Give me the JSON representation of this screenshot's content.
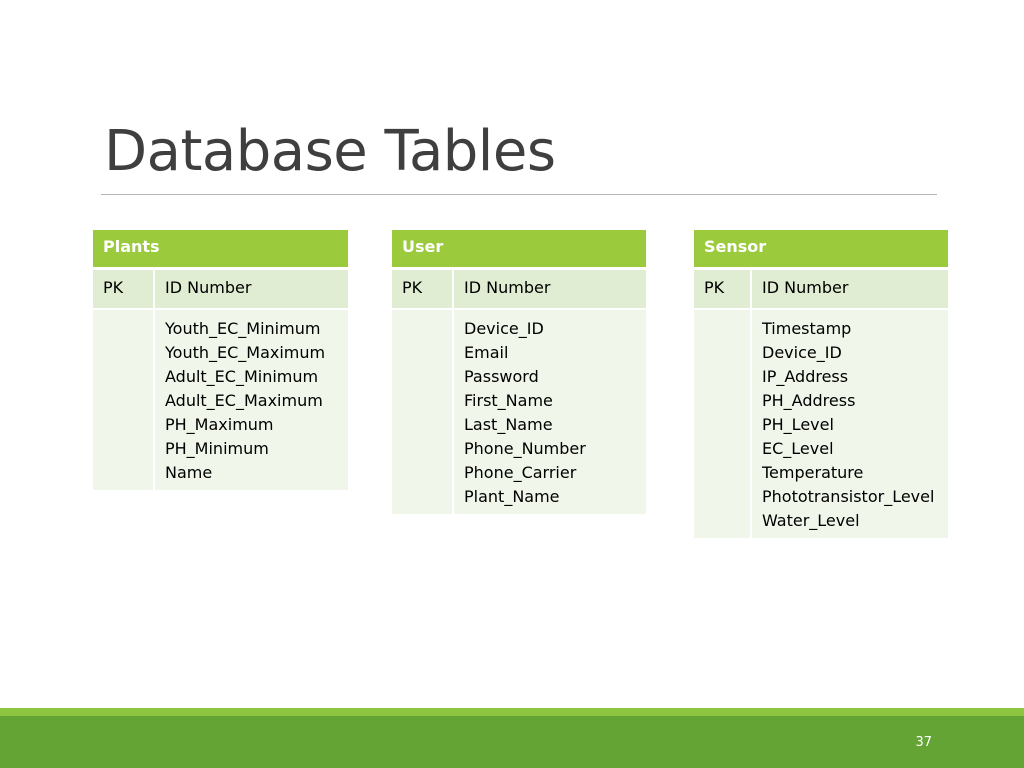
{
  "slide": {
    "title": "Database Tables",
    "page_number": "37"
  },
  "tables": [
    {
      "name": "Plants",
      "pk_label": "PK",
      "pk_field": "ID Number",
      "fields": [
        "Youth_EC_Minimum",
        "Youth_EC_Maximum",
        "Adult_EC_Minimum",
        "Adult_EC_Maximum",
        "PH_Maximum",
        "PH_Minimum",
        "Name"
      ]
    },
    {
      "name": "User",
      "pk_label": "PK",
      "pk_field": "ID Number",
      "fields": [
        "Device_ID",
        "Email",
        "Password",
        "First_Name",
        "Last_Name",
        "Phone_Number",
        "Phone_Carrier",
        "Plant_Name"
      ]
    },
    {
      "name": "Sensor",
      "pk_label": "PK",
      "pk_field": "ID Number",
      "fields": [
        "Timestamp",
        "Device_ID",
        "IP_Address",
        "PH_Address",
        "PH_Level",
        "EC_Level",
        "Temperature",
        "Phototransistor_Level",
        "Water_Level"
      ]
    }
  ],
  "colors": {
    "header": "#9bcb3c",
    "pk_row": "#e0edd2",
    "field_row": "#f0f6ea",
    "footer_light": "#8dc540",
    "footer_dark": "#63a434",
    "title": "#3f3f3f"
  }
}
